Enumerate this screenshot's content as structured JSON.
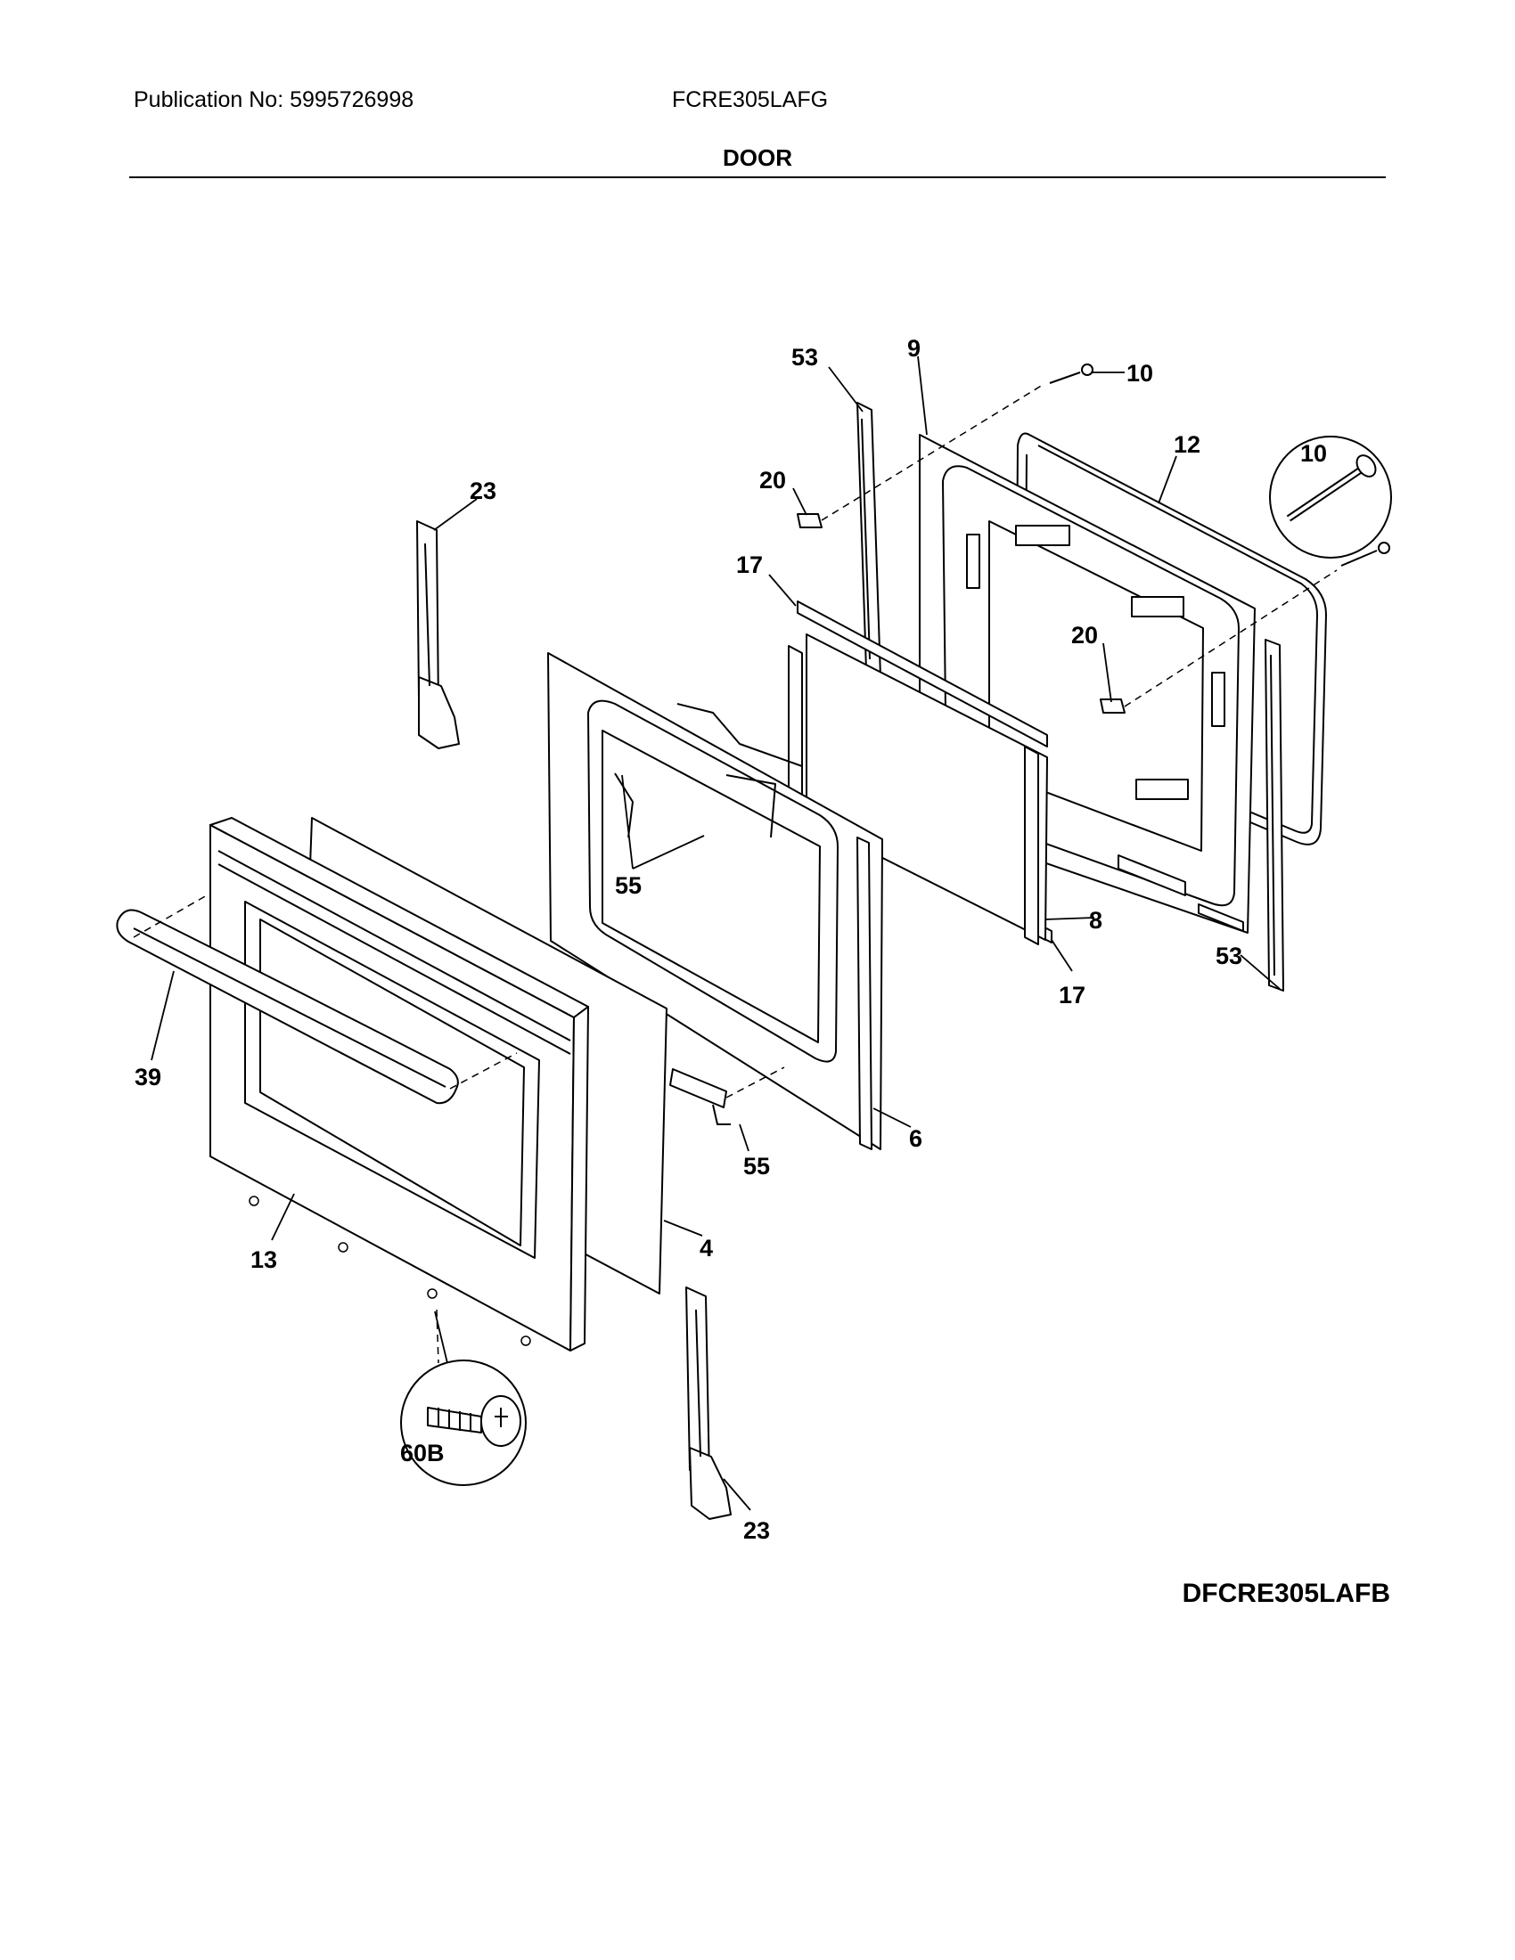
{
  "header": {
    "publication": "Publication No: 5995726998",
    "model": "FCRE305LAFG",
    "title": "DOOR"
  },
  "callouts": [
    {
      "id": "53",
      "part": "53"
    },
    {
      "id": "9",
      "part": "9"
    },
    {
      "id": "10",
      "part": "10"
    },
    {
      "id": "12",
      "part": "12"
    },
    {
      "id": "10-detail",
      "part": "10"
    },
    {
      "id": "20",
      "part": "20"
    },
    {
      "id": "23",
      "part": "23"
    },
    {
      "id": "17",
      "part": "17"
    },
    {
      "id": "20b",
      "part": "20"
    },
    {
      "id": "55",
      "part": "55"
    },
    {
      "id": "8",
      "part": "8"
    },
    {
      "id": "17b",
      "part": "17"
    },
    {
      "id": "53b",
      "part": "53"
    },
    {
      "id": "39",
      "part": "39"
    },
    {
      "id": "6",
      "part": "6"
    },
    {
      "id": "55b",
      "part": "55"
    },
    {
      "id": "4",
      "part": "4"
    },
    {
      "id": "13",
      "part": "13"
    },
    {
      "id": "60B",
      "part": "60B"
    },
    {
      "id": "23b",
      "part": "23"
    }
  ],
  "footer": {
    "drawing_code": "DFCRE305LAFB"
  }
}
